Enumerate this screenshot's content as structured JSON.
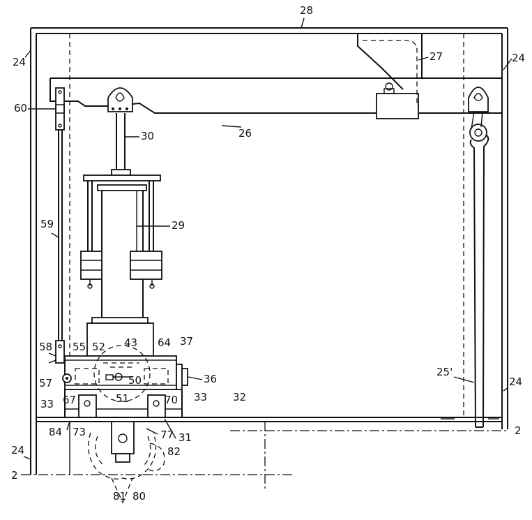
{
  "figure": {
    "labels": {
      "l28": "28",
      "l24a": "24",
      "l24b": "24",
      "l24c": "24",
      "l24d": "24",
      "l27": "27",
      "l60": "60",
      "l26": "26",
      "l30": "30",
      "l59": "59",
      "l29": "29",
      "l43": "43",
      "l64": "64",
      "l37": "37",
      "l58": "58",
      "l55": "55",
      "l52": "52",
      "l36": "36",
      "l25p": "25'",
      "l57": "57",
      "l50": "50",
      "l33a": "33",
      "l67": "67",
      "l51": "51",
      "l70": "70",
      "l33b": "33",
      "l32": "32",
      "l84": "84",
      "l73": "73",
      "l77": "77",
      "l31": "31",
      "l2a": "2",
      "l82": "82",
      "l2b": "2",
      "l81": "81",
      "l80": "80"
    }
  }
}
